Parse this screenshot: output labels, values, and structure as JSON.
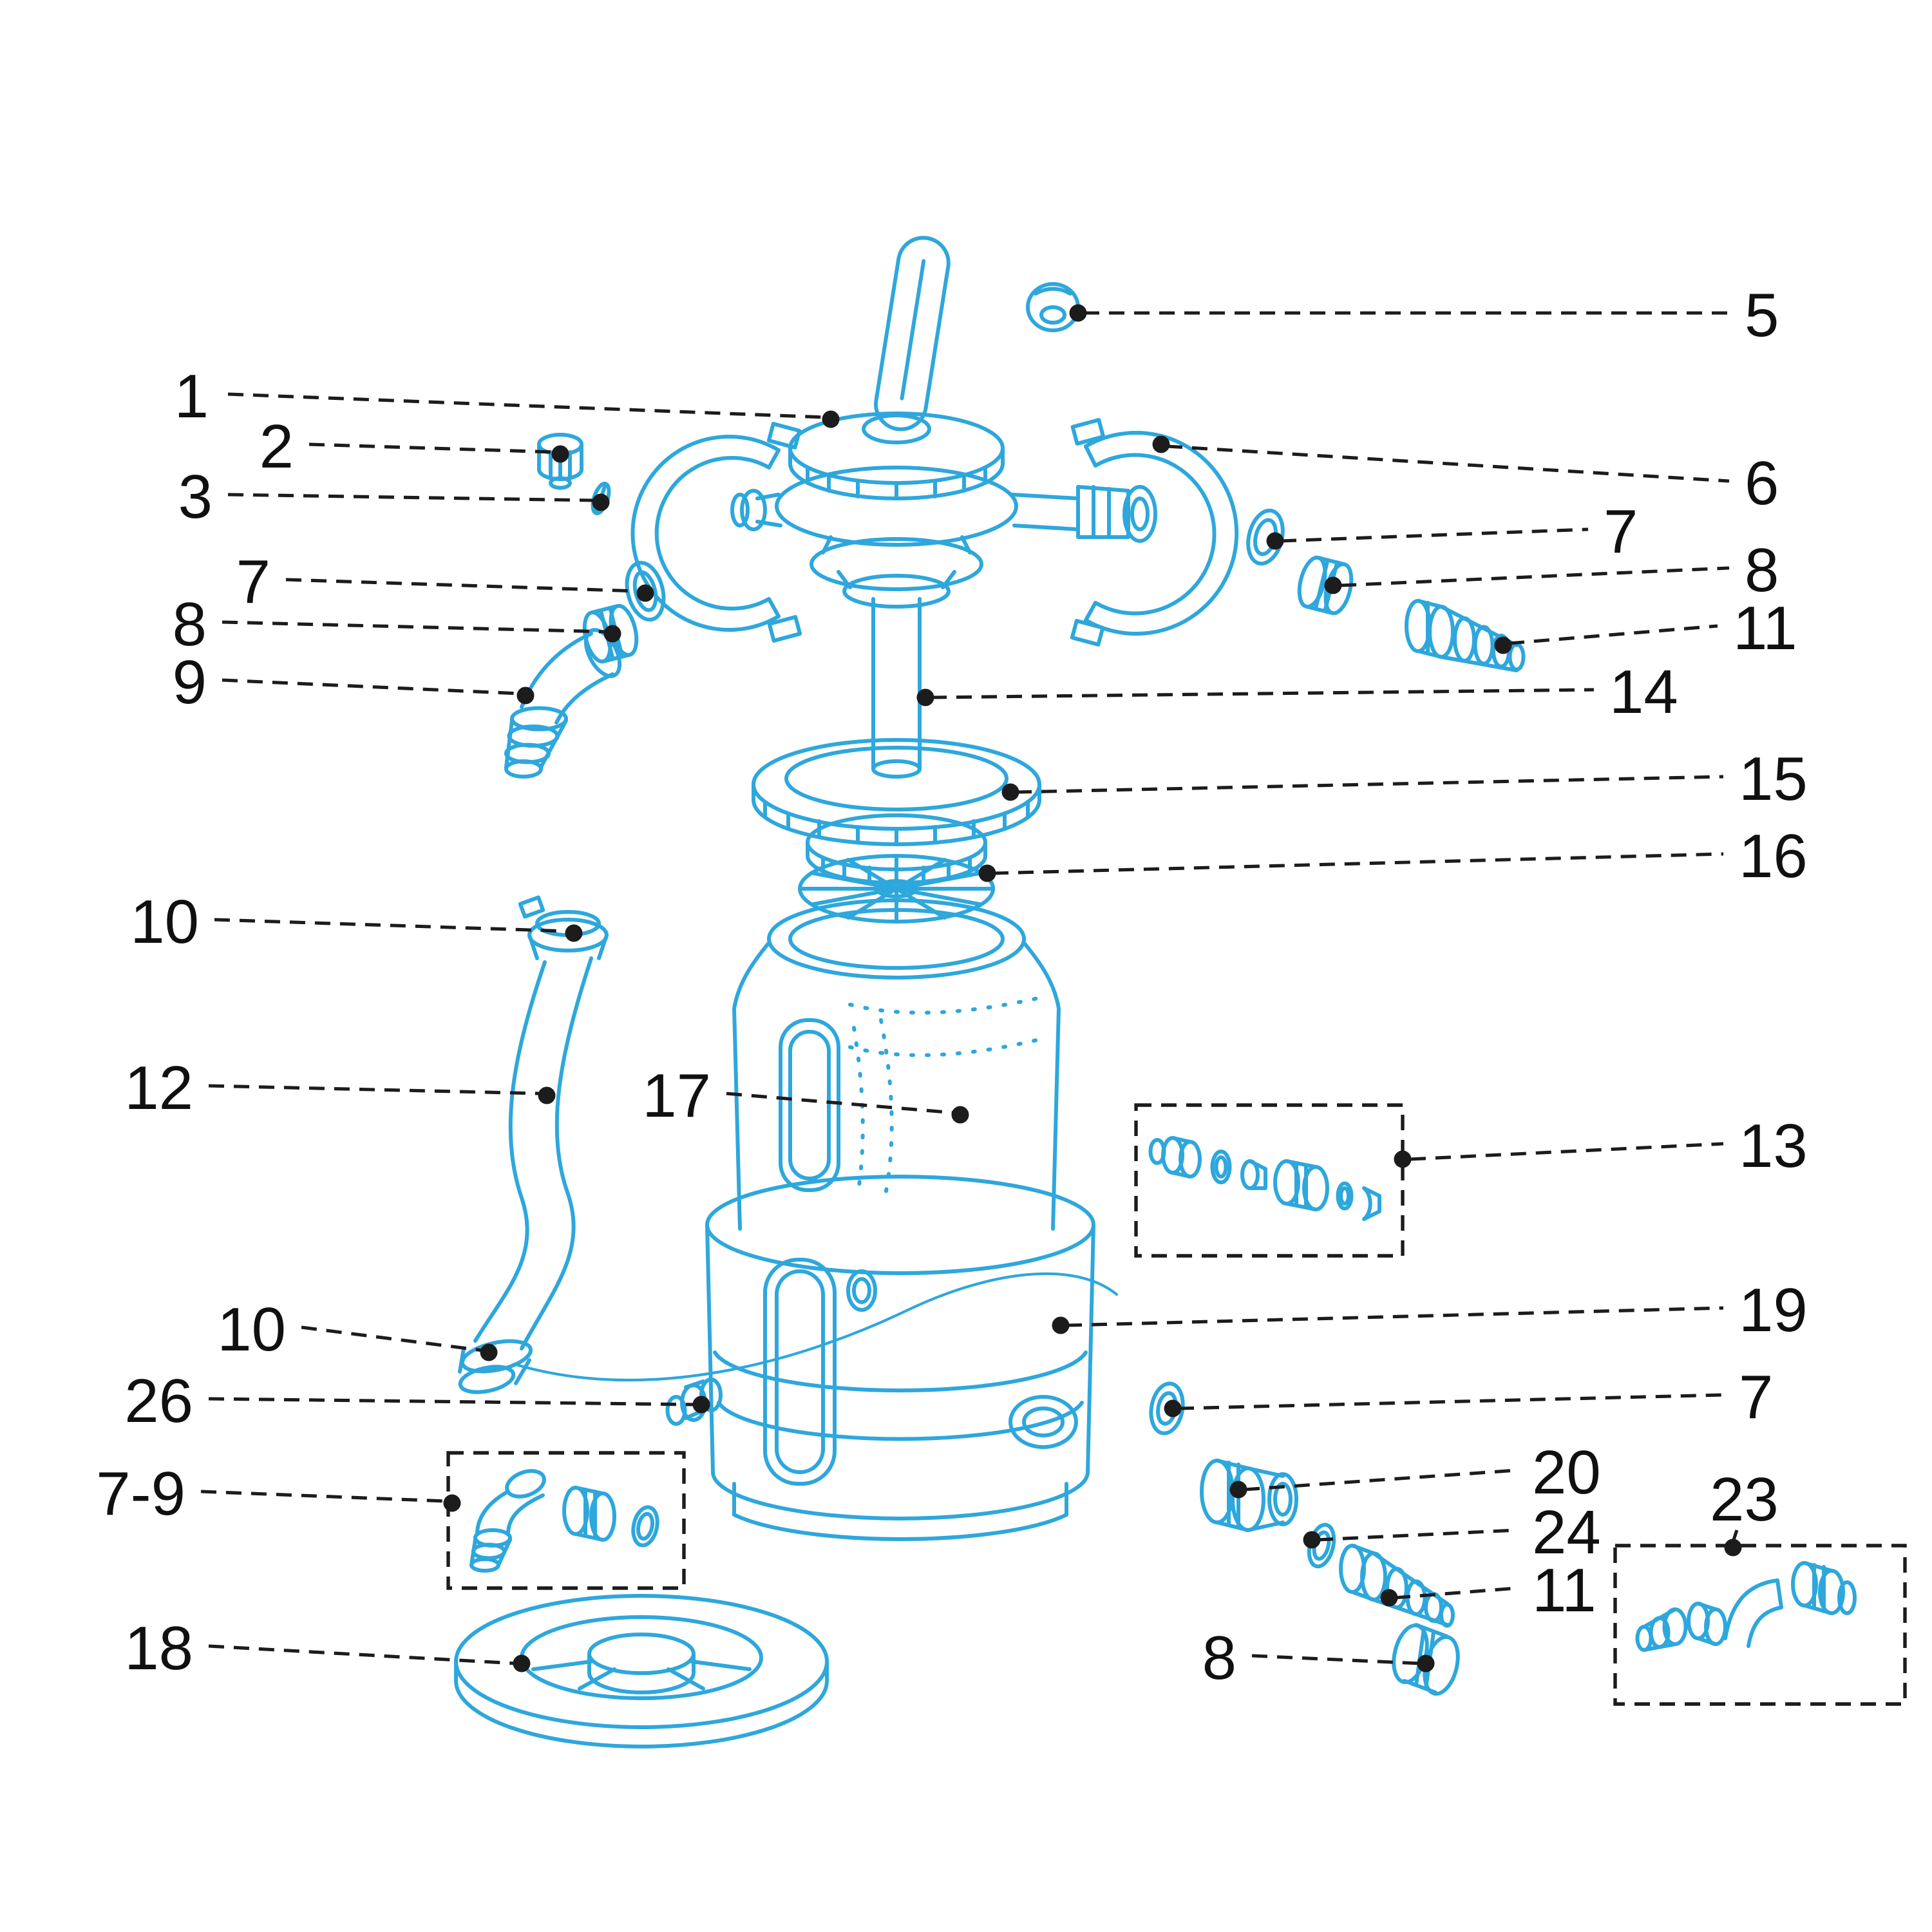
{
  "colors": {
    "accent": "#2ea7dc",
    "label": "#101010",
    "leader": "#1c1c1c",
    "background": "#ffffff"
  },
  "labels": [
    {
      "text": "1"
    },
    {
      "text": "2"
    },
    {
      "text": "3"
    },
    {
      "text": "5"
    },
    {
      "text": "6"
    },
    {
      "text": "7"
    },
    {
      "text": "8"
    },
    {
      "text": "11"
    },
    {
      "text": "7"
    },
    {
      "text": "8"
    },
    {
      "text": "9"
    },
    {
      "text": "14"
    },
    {
      "text": "15"
    },
    {
      "text": "16"
    },
    {
      "text": "10"
    },
    {
      "text": "12"
    },
    {
      "text": "17"
    },
    {
      "text": "13"
    },
    {
      "text": "19"
    },
    {
      "text": "10"
    },
    {
      "text": "26"
    },
    {
      "text": "7"
    },
    {
      "text": "7-9"
    },
    {
      "text": "20"
    },
    {
      "text": "24"
    },
    {
      "text": "23"
    },
    {
      "text": "11"
    },
    {
      "text": "8"
    },
    {
      "text": "18"
    }
  ]
}
